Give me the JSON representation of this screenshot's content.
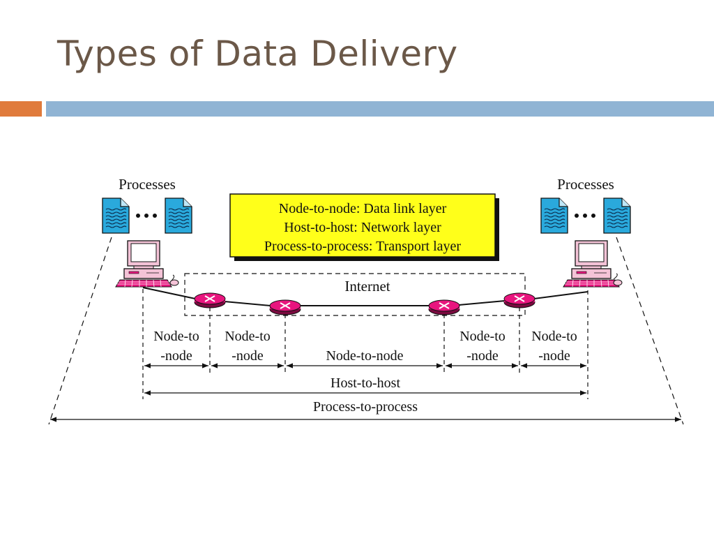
{
  "slide": {
    "title": "Types of Data Delivery"
  },
  "colors": {
    "title": "#6b5848",
    "accent_orange": "#e07b3c",
    "accent_blue": "#90b4d4",
    "legend_box": "#ffff1a",
    "router": "#e8157e",
    "document": "#2aa9dc",
    "computer": "#f4c3d7"
  },
  "icons": [
    "document-icon",
    "computer-icon",
    "router-icon",
    "ellipsis-icon"
  ],
  "diagram": {
    "left_group_label": "Processes",
    "right_group_label": "Processes",
    "legend": [
      "Node-to-node: Data link layer",
      "Host-to-host: Network layer",
      "Process-to-process: Transport layer"
    ],
    "internet_label": "Internet",
    "hop_labels": [
      [
        "Node-to",
        "-node"
      ],
      [
        "Node-to",
        "-node"
      ],
      [
        "Node-to-node"
      ],
      [
        "Node-to",
        "-node"
      ],
      [
        "Node-to",
        "-node"
      ]
    ],
    "host_to_host_label": "Host-to-host",
    "process_to_process_label": "Process-to-process"
  }
}
